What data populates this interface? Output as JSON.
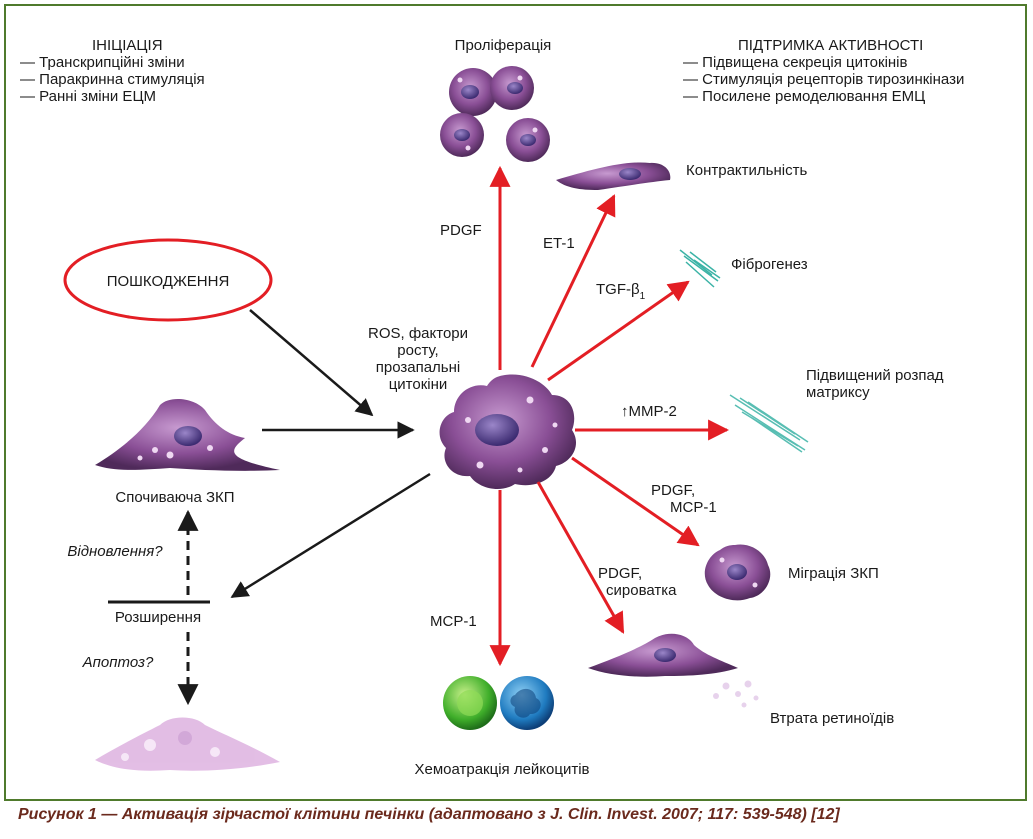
{
  "initiation": {
    "title": "ІНІЦІАЦІЯ",
    "items": [
      "— Транскрипційні зміни",
      "— Паракринна стимуляція",
      "— Ранні зміни ЕЦМ"
    ]
  },
  "support": {
    "title": "ПІДТРИМКА АКТИВНОСТІ",
    "items": [
      "— Підвищена секреція цитокінів",
      "— Стимуляція рецепторів тирозинкінази",
      "— Посилене ремоделювання ЕМЦ"
    ]
  },
  "injury": "ПОШКОДЖЕННЯ",
  "stimuli": [
    "ROS, фактори",
    "росту,",
    "прозапальні",
    "цитокіни"
  ],
  "resting_cell": "Спочиваюча ЗКП",
  "resolution": "Розширення",
  "reversion": "Відновлення?",
  "apoptosis": "Апоптоз?",
  "outcomes": {
    "proliferation": "Проліферація",
    "contractility": "Контрактильність",
    "fibrogenesis": "Фіброгенез",
    "matrix_degradation": [
      "Підвищений розпад",
      "матриксу"
    ],
    "migration": "Міграція ЗКП",
    "retinoid_loss": "Втрата ретиноїдів",
    "chemoattraction": "Хемоатракція лейкоцитів"
  },
  "mediators": {
    "pdgf": "PDGF",
    "et1": "ET-1",
    "tgf": "TGF-β",
    "tgf_sub": "1",
    "mmp2": "↑MMP-2",
    "pdgf_mcp1": [
      "PDGF,",
      "MCP-1"
    ],
    "pdgf_serum": [
      "PDGF,",
      "сироватка"
    ],
    "mcp1": "MCP-1"
  },
  "colors": {
    "border": "#4f7a2c",
    "red_arrow": "#e31e24",
    "cell": "#8a4f96",
    "caption": "#6b2a1d"
  },
  "caption": "Рисунок 1 — Активація зірчастої клітини печінки (адаптовано з J. Clin. Invest. 2007; 117: 539-548) [12]"
}
